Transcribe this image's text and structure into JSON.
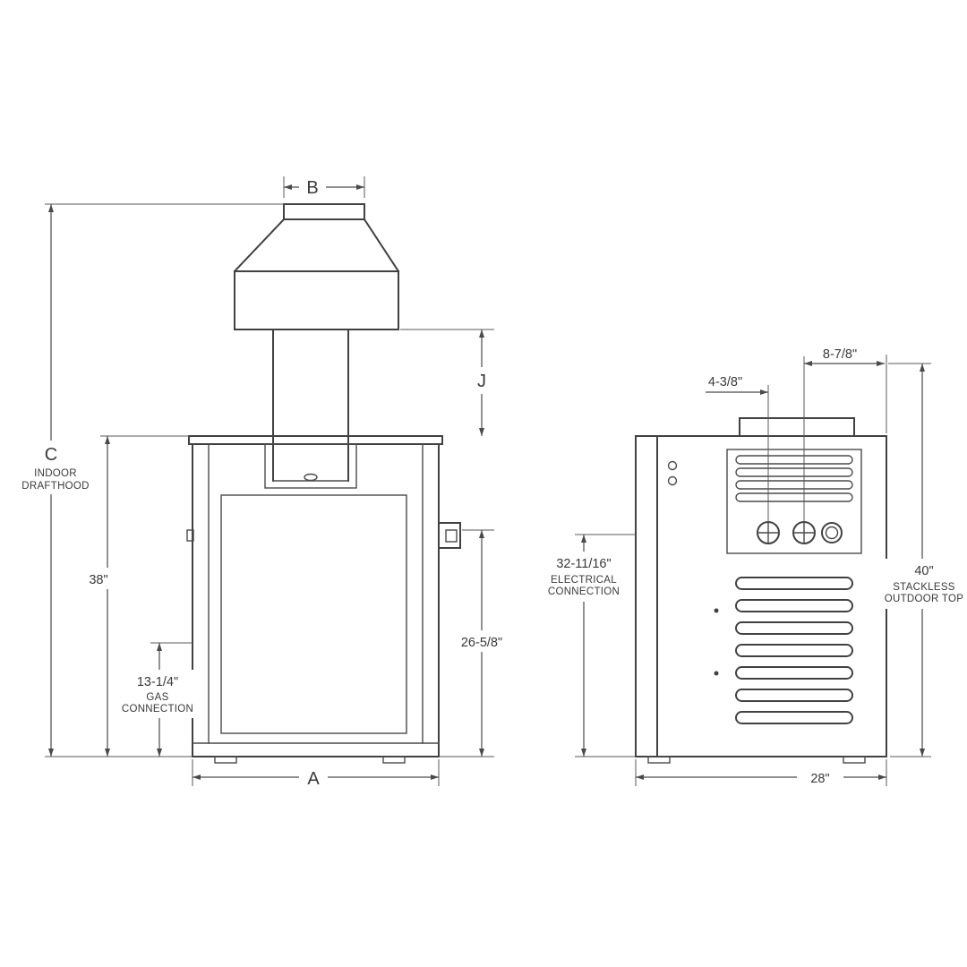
{
  "diagram": {
    "front_view": {
      "dim_b": "B",
      "dim_c": "C",
      "c_note_1": "INDOOR",
      "c_note_2": "DRAFTHOOD",
      "dim_j": "J",
      "dim_height": "38\"",
      "gas_dim": "13-1/4\"",
      "gas_note_1": "GAS",
      "gas_note_2": "CONNECTION",
      "dim_26": "26-5/8\"",
      "dim_a": "A"
    },
    "side_view": {
      "dim_4": "4-3/8\"",
      "dim_8": "8-7/8\"",
      "elec_dim": "32-11/16\"",
      "elec_note_1": "ELECTRICAL",
      "elec_note_2": "CONNECTION",
      "top_dim": "40\"",
      "top_note_1": "STACKLESS",
      "top_note_2": "OUTDOOR TOP",
      "dim_width": "28\""
    }
  }
}
